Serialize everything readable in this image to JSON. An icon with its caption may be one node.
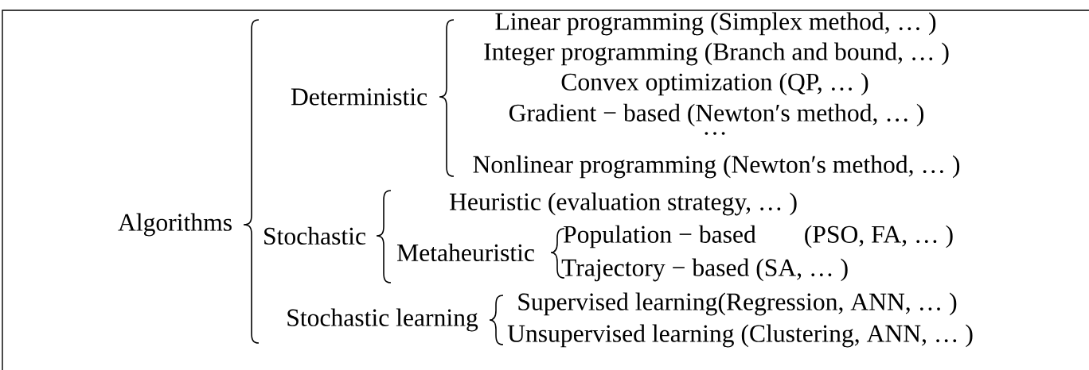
{
  "diagram": {
    "nodes": [
      {
        "text": [
          "Algorithms"
        ]
      },
      {
        "text": [
          "Deterministic"
        ]
      },
      {
        "text": [
          "Stochastic"
        ]
      },
      {
        "text": [
          "Stochastic learning"
        ]
      },
      {
        "text": [
          "Linear programming (Simplex method, … )"
        ]
      },
      {
        "text": [
          "Integer programming (Branch and bound, … )"
        ]
      },
      {
        "text": [
          "Convex optimization (QP, … )"
        ]
      },
      {
        "text": [
          "Gradient − based (Newton′s method, … )"
        ]
      },
      {
        "text": [
          "…"
        ]
      },
      {
        "text": [
          "Nonlinear programming (Newton′s method, … )"
        ]
      },
      {
        "text": [
          "Heuristic (evaluation strategy, … )"
        ]
      },
      {
        "text": [
          "Metaheuristic"
        ]
      },
      {
        "text": [
          "Population − based",
          "(PSO, FA, … )"
        ]
      },
      {
        "text": [
          "Trajectory − based (SA, … )"
        ]
      },
      {
        "text": [
          "Supervised learning(Regression, ANN, … )"
        ]
      },
      {
        "text": [
          "Unsupervised learning (Clustering, ANN, … )"
        ]
      }
    ]
  }
}
